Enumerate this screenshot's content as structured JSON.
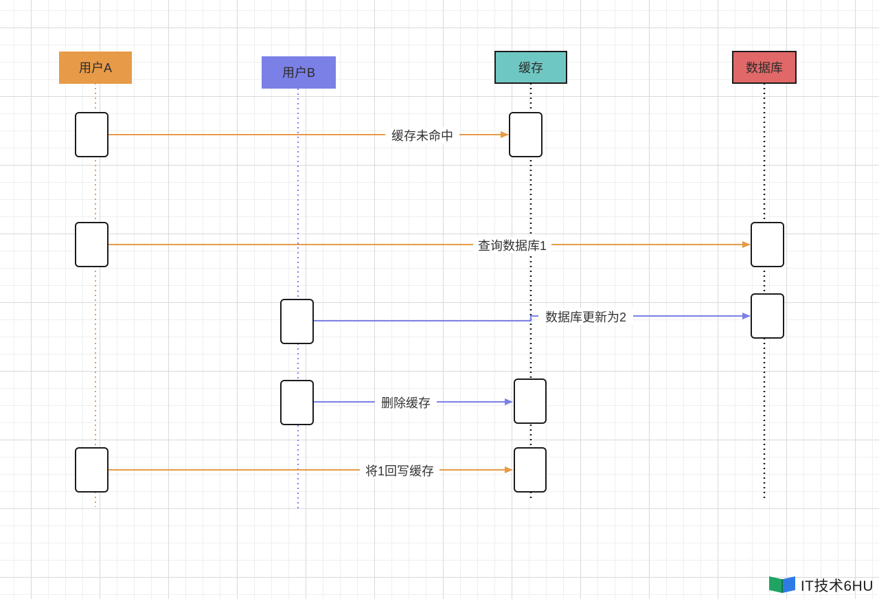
{
  "participants": [
    {
      "id": "userA",
      "label": "用户A",
      "color": "#E79A48",
      "border": "#E79A48",
      "line_color": "#E79A48"
    },
    {
      "id": "userB",
      "label": "用户B",
      "color": "#7B80E6",
      "border": "#7B80E6",
      "line_color": "#7B80E6"
    },
    {
      "id": "cache",
      "label": "缓存",
      "color": "#6FC7C3",
      "border": "#1a1a1a",
      "line_color": "#1a1a1a"
    },
    {
      "id": "db",
      "label": "数据库",
      "color": "#E06868",
      "border": "#1a1a1a",
      "line_color": "#1a1a1a"
    }
  ],
  "messages": [
    {
      "id": "msg-cache-miss",
      "from": "userA",
      "to": "cache",
      "label": "缓存未命中",
      "color": "#E79A48"
    },
    {
      "id": "msg-query-db",
      "from": "userA",
      "to": "db",
      "label": "查询数据库1",
      "color": "#E79A48"
    },
    {
      "id": "msg-update-db",
      "from": "userB",
      "to": "db",
      "label": "数据库更新为2",
      "color": "#7B80E6"
    },
    {
      "id": "msg-delete-cache",
      "from": "userB",
      "to": "cache",
      "label": "删除缓存",
      "color": "#7B80E6"
    },
    {
      "id": "msg-writeback",
      "from": "userA",
      "to": "cache",
      "label": "将1回写缓存",
      "color": "#E79A48"
    }
  ],
  "watermark": {
    "text": "IT技术6HU",
    "icon": "book-logo-icon",
    "icon_colors": [
      "#1FA463",
      "#2E7BE6"
    ]
  }
}
